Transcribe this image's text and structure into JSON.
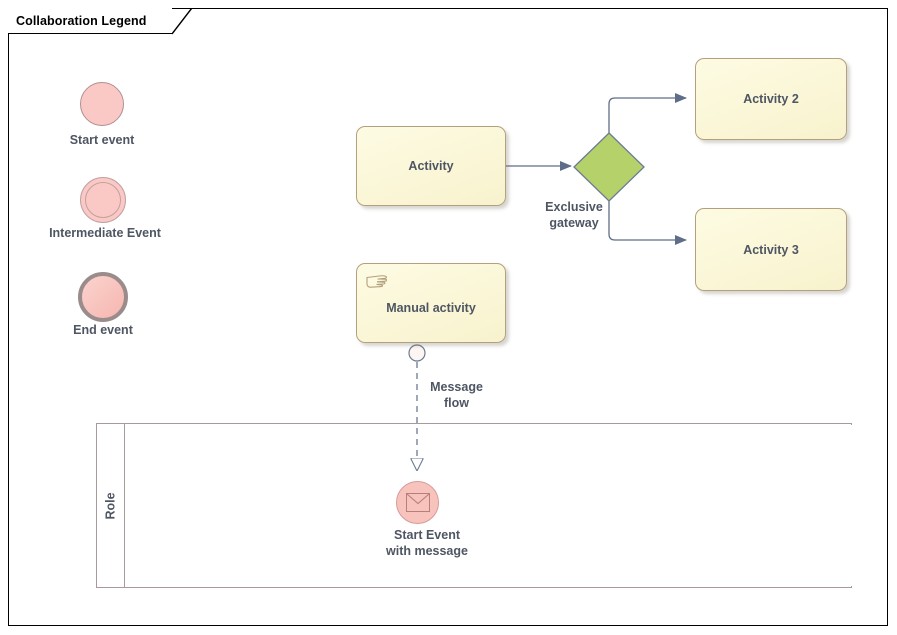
{
  "frame": {
    "title": "Collaboration Legend"
  },
  "legend": {
    "items": [
      {
        "name": "start-event",
        "label": "Start event",
        "icon": "circle-thin-icon"
      },
      {
        "name": "intermediate-event",
        "label": "Intermediate Event",
        "icon": "circle-double-icon"
      },
      {
        "name": "end-event",
        "label": "End event",
        "icon": "circle-thick-icon"
      }
    ]
  },
  "flow": {
    "activity": {
      "label": "Activity"
    },
    "gateway": {
      "label": "Exclusive\ngateway",
      "icon": "diamond-icon"
    },
    "activity_2": {
      "label": "Activity 2"
    },
    "activity_3": {
      "label": "Activity 3"
    },
    "manual_activity": {
      "label": "Manual activity",
      "icon": "hand-icon"
    },
    "message_flow": {
      "label": "Message\nflow"
    },
    "start_event_message": {
      "label": "Start Event\nwith message",
      "icon": "envelope-icon"
    }
  },
  "pool": {
    "label": "Role"
  },
  "colors": {
    "event_fill": "#fac9c6",
    "event_border": "#b08f8f",
    "end_event_border": "#9b8c8c",
    "task_fill": "#fbf6d4",
    "task_border": "#b4a07e",
    "gateway_fill": "#b5d16a",
    "gateway_border": "#6c7a92",
    "connector": "#5f6e88",
    "text": "#4e5663",
    "pool_border": "#a89a9a",
    "frame_border": "#000000"
  }
}
